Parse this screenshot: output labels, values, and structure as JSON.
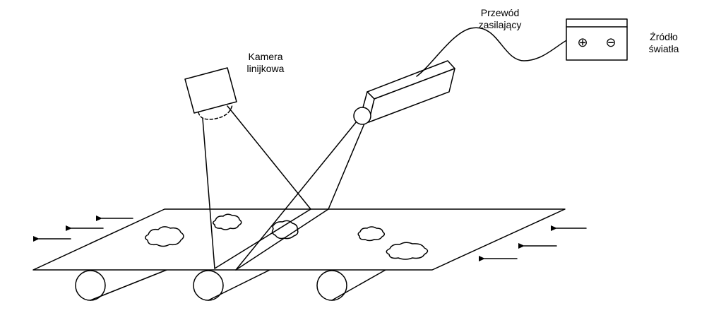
{
  "labels": {
    "camera_line1": "Kamera",
    "camera_line2": "linijkowa",
    "cable_line1": "Przewód",
    "cable_line2": "zasilający",
    "source_line1": "Źródło",
    "source_line2": "światła"
  },
  "power_terminals": {
    "positive": "⊕",
    "negative": "⊖"
  },
  "icons": {
    "positive": "plus-terminal-icon",
    "negative": "minus-terminal-icon"
  },
  "colors": {
    "stroke": "#000000",
    "background": "#ffffff"
  }
}
